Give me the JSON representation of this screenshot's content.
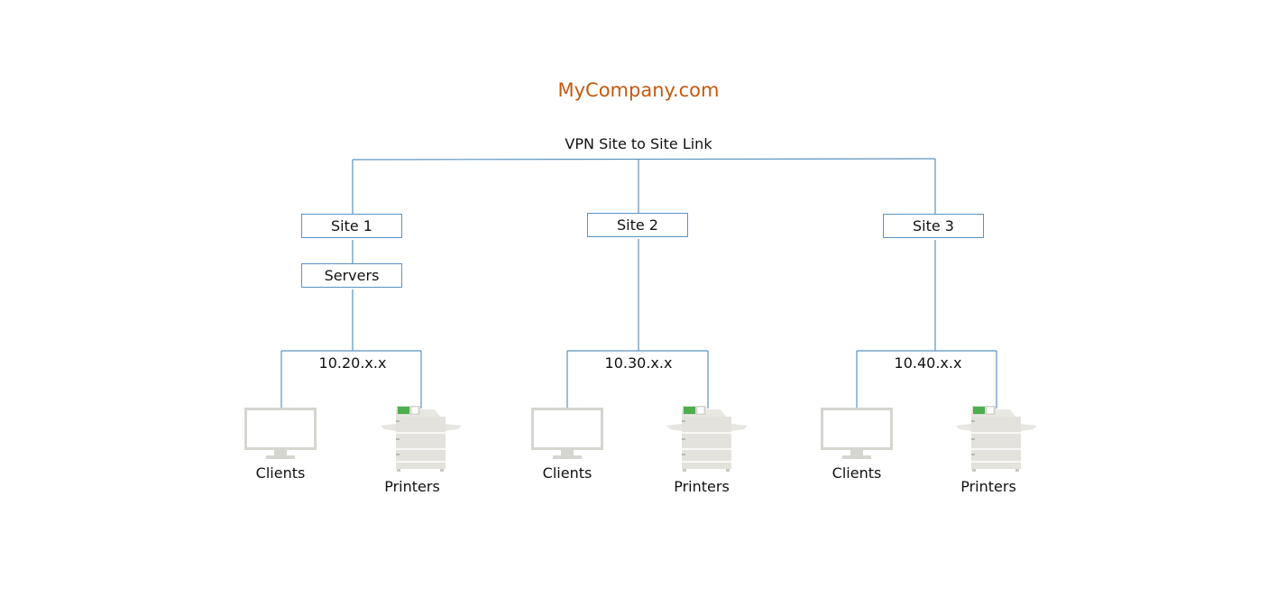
{
  "title": "MyCompany.com",
  "vpn_label": "VPN Site to Site Link",
  "sites": [
    {
      "name": "Site 1",
      "extra_box": "Servers",
      "subnet": "10.20.x.x",
      "clients_label": "Clients",
      "printers_label": "Printers"
    },
    {
      "name": "Site 2",
      "subnet": "10.30.x.x",
      "clients_label": "Clients",
      "printers_label": "Printers"
    },
    {
      "name": "Site 3",
      "subnet": "10.40.x.x",
      "clients_label": "Clients",
      "printers_label": "Printers"
    }
  ],
  "colors": {
    "title": "#c55a11",
    "connector": "#5b93c2",
    "monitor": "#d6d6d0",
    "printer_body": "#e3e2dc",
    "printer_panel": "#4cae4c"
  },
  "icons": {
    "client": "monitor-icon",
    "printer": "printer-icon"
  }
}
